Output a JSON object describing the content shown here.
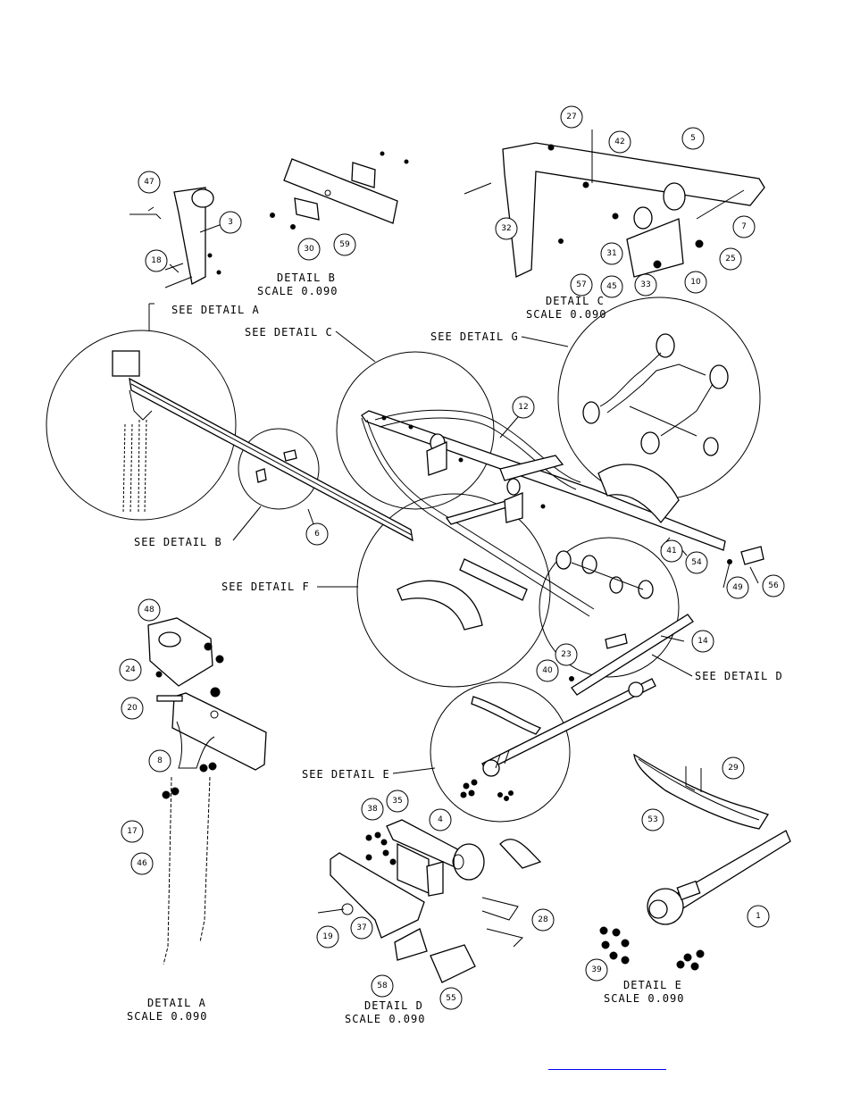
{
  "callouts": {
    "see_detail_a": "SEE DETAIL  A",
    "see_detail_b": "SEE DETAIL  B",
    "see_detail_c": "SEE DETAIL  C",
    "see_detail_d": "SEE DETAIL  D",
    "see_detail_e": "SEE DETAIL  E",
    "see_detail_f": "SEE DETAIL  F",
    "see_detail_g": "SEE DETAIL  G"
  },
  "captions": {
    "detail_a": {
      "title": "DETAIL  A",
      "scale": "SCALE  0.090"
    },
    "detail_b": {
      "title": "DETAIL  B",
      "scale": "SCALE  0.090"
    },
    "detail_c": {
      "title": "DETAIL  C",
      "scale": "SCALE  0.090"
    },
    "detail_d": {
      "title": "DETAIL  D",
      "scale": "SCALE  0.090"
    },
    "detail_e": {
      "title": "DETAIL  E",
      "scale": "SCALE  0.090"
    }
  },
  "balloons": {
    "b1": "1",
    "b3": "3",
    "b4": "4",
    "b5": "5",
    "b6": "6",
    "b7": "7",
    "b8": "8",
    "b10": "10",
    "b12": "12",
    "b14": "14",
    "b17": "17",
    "b18": "18",
    "b19": "19",
    "b20": "20",
    "b23": "23",
    "b24": "24",
    "b25": "25",
    "b27": "27",
    "b28": "28",
    "b29": "29",
    "b30": "30",
    "b31": "31",
    "b32": "32",
    "b33": "33",
    "b35": "35",
    "b37": "37",
    "b38": "38",
    "b39": "39",
    "b40": "40",
    "b41": "41",
    "b42": "42",
    "b45": "45",
    "b46": "46",
    "b47": "47",
    "b48": "48",
    "b49": "49",
    "b53": "53",
    "b54": "54",
    "b55": "55",
    "b56": "56",
    "b57": "57",
    "b58": "58",
    "b59": "59"
  },
  "link_color": "#0000ee"
}
